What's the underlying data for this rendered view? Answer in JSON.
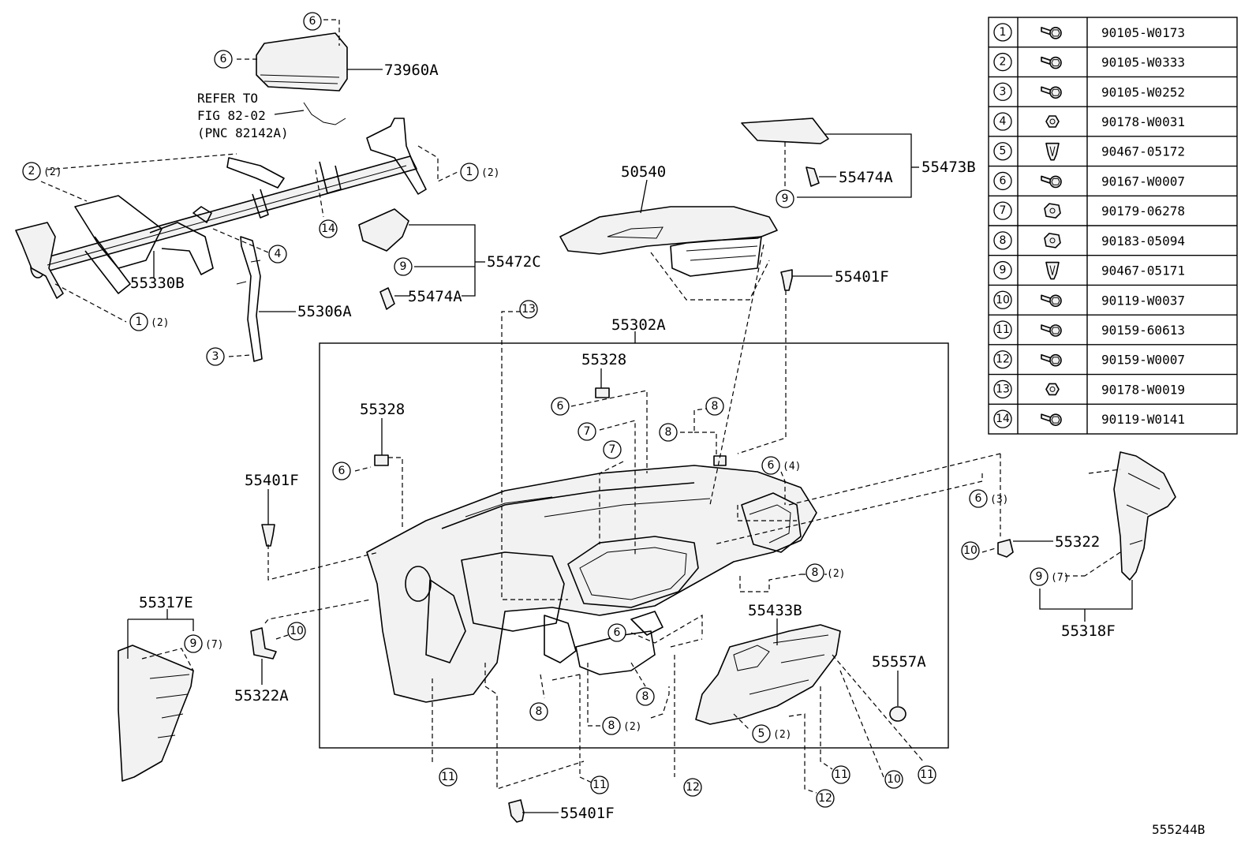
{
  "callout_labels": {
    "l73960A": "73960A",
    "l55330B": "55330B",
    "l55306A": "55306A",
    "l55472C": "55472C",
    "l55474A_1": "55474A",
    "l55474A_2": "55474A",
    "l55473B": "55473B",
    "l50540": "50540",
    "l55401F_1": "55401F",
    "l55401F_2": "55401F",
    "l55401F_3": "55401F",
    "l55302A": "55302A",
    "l55328_1": "55328",
    "l55328_2": "55328",
    "l55322": "55322",
    "l55318F": "55318F",
    "l55317E": "55317E",
    "l55322A": "55322A",
    "l55433B": "55433B",
    "l55557A": "55557A"
  },
  "refer_note": [
    "REFER TO",
    "FIG 82-02",
    "(PNC 82142A)"
  ],
  "qty": {
    "q2": "(2)",
    "q3": "(3)",
    "q4": "(4)",
    "q7": "(7)"
  },
  "circle_numbers": {
    "n1": "1",
    "n2": "2",
    "n3": "3",
    "n4": "4",
    "n5": "5",
    "n6": "6",
    "n7": "7",
    "n8": "8",
    "n9": "9",
    "n10": "10",
    "n11": "11",
    "n12": "12",
    "n13": "13",
    "n14": "14"
  },
  "fastener_table": [
    {
      "num": "1",
      "icon": "bolt-washer-icon",
      "part": "90105-W0173"
    },
    {
      "num": "2",
      "icon": "bolt-washer-icon",
      "part": "90105-W0333"
    },
    {
      "num": "3",
      "icon": "bolt-washer-icon",
      "part": "90105-W0252"
    },
    {
      "num": "4",
      "icon": "nut-icon",
      "part": "90178-W0031"
    },
    {
      "num": "5",
      "icon": "clip-icon",
      "part": "90467-05172"
    },
    {
      "num": "6",
      "icon": "screw-icon",
      "part": "90167-W0007"
    },
    {
      "num": "7",
      "icon": "speed-nut-icon",
      "part": "90179-06278"
    },
    {
      "num": "8",
      "icon": "speed-nut-icon",
      "part": "90183-05094"
    },
    {
      "num": "9",
      "icon": "clip-icon",
      "part": "90467-05171"
    },
    {
      "num": "10",
      "icon": "screw-icon",
      "part": "90119-W0037"
    },
    {
      "num": "11",
      "icon": "screw-icon",
      "part": "90159-60613"
    },
    {
      "num": "12",
      "icon": "tapping-screw-icon",
      "part": "90159-W0007"
    },
    {
      "num": "13",
      "icon": "nut-icon",
      "part": "90178-W0019"
    },
    {
      "num": "14",
      "icon": "screw-icon",
      "part": "90119-W0141"
    }
  ],
  "figure_code": "555244B"
}
